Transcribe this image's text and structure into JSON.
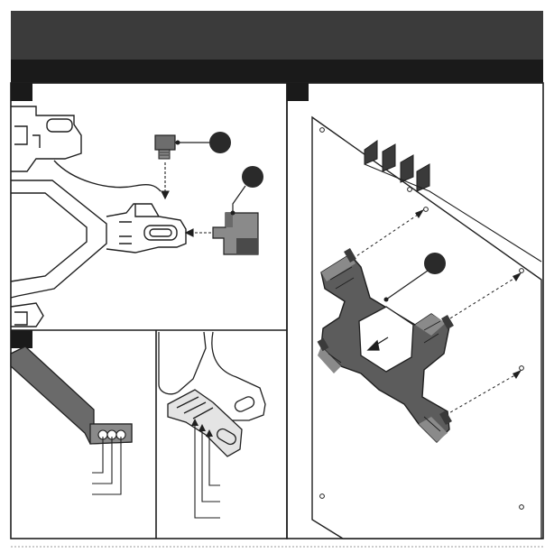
{
  "header": {
    "title": "",
    "subtitle": ""
  },
  "panels": [
    {
      "id": "a",
      "label": ""
    },
    {
      "id": "b",
      "label": ""
    },
    {
      "id": "c",
      "label": ""
    },
    {
      "id": "d",
      "label": ""
    }
  ],
  "callouts": [
    {
      "id": "1",
      "label": ""
    },
    {
      "id": "2",
      "label": ""
    },
    {
      "id": "3",
      "label": ""
    }
  ],
  "icons": [
    "screw-icon",
    "bracket-icon",
    "clip-icon",
    "arrow-icon",
    "panel-icon"
  ],
  "colors": {
    "header": "#3b3b3b",
    "subheader": "#1a1a1a",
    "part_dark": "#5a5a5a",
    "part_mid": "#8a8a8a",
    "line": "#1f1f1f"
  }
}
